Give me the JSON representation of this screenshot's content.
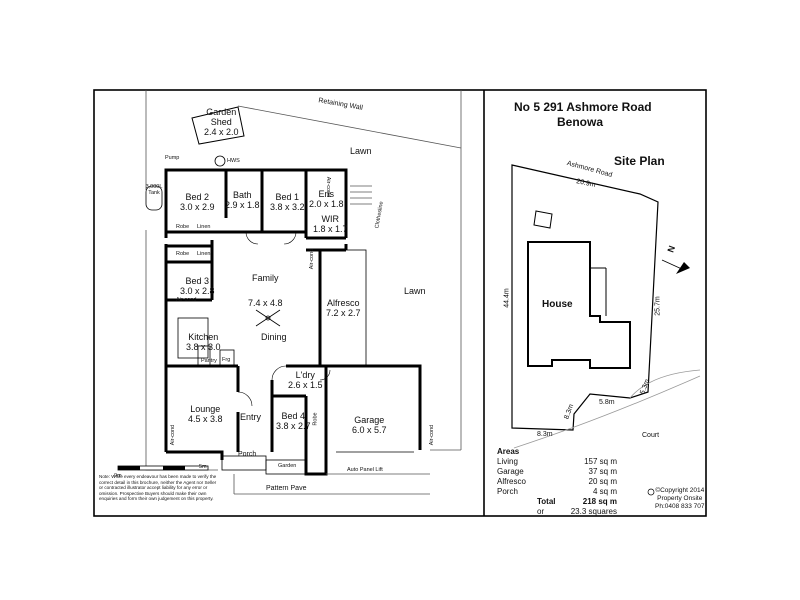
{
  "floor_plan": {
    "rooms": [
      {
        "name": "Garden Shed",
        "lines": [
          "Garden",
          "Shed",
          "2.4 x 2.0"
        ]
      },
      {
        "name": "Bed 2",
        "lines": [
          "Bed 2",
          "3.0 x 2.9"
        ]
      },
      {
        "name": "Bath",
        "lines": [
          "Bath",
          "2.9 x 1.8"
        ]
      },
      {
        "name": "Bed 1",
        "lines": [
          "Bed 1",
          "3.8 x 3.2"
        ]
      },
      {
        "name": "Ens",
        "lines": [
          "Ens",
          "2.0 x 1.8"
        ]
      },
      {
        "name": "WIR",
        "lines": [
          "WIR",
          "1.8 x 1.7"
        ]
      },
      {
        "name": "Family",
        "lines": [
          "Family"
        ]
      },
      {
        "name": "Family size",
        "lines": [
          "7.4 x 4.8"
        ]
      },
      {
        "name": "Alfresco",
        "lines": [
          "Alfresco",
          "7.2 x 2.7"
        ]
      },
      {
        "name": "Bed 3",
        "lines": [
          "Bed 3",
          "3.0 x 2.8"
        ]
      },
      {
        "name": "Kitchen",
        "lines": [
          "Kitchen",
          "3.8 x 3.0"
        ]
      },
      {
        "name": "Dining",
        "lines": [
          "Dining"
        ]
      },
      {
        "name": "L'dry",
        "lines": [
          "L'dry",
          "2.6 x 1.5"
        ]
      },
      {
        "name": "Lounge",
        "lines": [
          "Lounge",
          "4.5 x 3.8"
        ]
      },
      {
        "name": "Entry",
        "lines": [
          "Entry"
        ]
      },
      {
        "name": "Bed 4",
        "lines": [
          "Bed 4",
          "3.8 x 2.7"
        ]
      },
      {
        "name": "Garage",
        "lines": [
          "Garage",
          "6.0 x 5.7"
        ]
      }
    ],
    "labels": {
      "retaining_wall": "Retaining Wall",
      "lawn_top": "Lawn",
      "lawn_right": "Lawn",
      "pump": "Pump",
      "hws": "HWS",
      "tank": "3,000L Tank",
      "robe1": "Robe",
      "linen1": "Linen",
      "robe2": "Robe",
      "linen2": "Linen",
      "robe3": "Robe",
      "pantry": "Pantry",
      "frg": "Frg",
      "porch": "Porch",
      "garden": "Garden",
      "pattern_pave": "Pattern Pave",
      "auto_panel_lift": "Auto Panel Lift",
      "clothesline": "Clothesline",
      "aircond1": "Air-cond",
      "aircond2": "Air-cond",
      "aircond3": "Air-cond",
      "aircond4": "Air-cond",
      "aircond5": "Air-cond",
      "scale_0": "0m",
      "scale_5": "5m"
    },
    "disclaimer": "Note: While every endeavour has been made to verify the correct detail in this brochure, neither the Agent nor Seller or contracted illustrator accept liability for any error or omission. Prospective Buyers should make their own enquiries and form their own judgement on this property."
  },
  "site_plan": {
    "title_line1": "No 5   291 Ashmore Road",
    "title_line2": "Benowa",
    "heading": "Site Plan",
    "road": "Ashmore Road",
    "house": "House",
    "court": "Court",
    "north": "N",
    "dimensions": {
      "top": "20.9m",
      "left": "44.4m",
      "right": "25.7m",
      "r2": "5.3m",
      "r3": "5.8m",
      "r4": "8.3m",
      "bottom": "8.3m"
    }
  },
  "areas": {
    "heading": "Areas",
    "rows": [
      {
        "label": "Living",
        "value": "157 sq m"
      },
      {
        "label": "Garage",
        "value": "37 sq m"
      },
      {
        "label": "Alfresco",
        "value": "20 sq m"
      },
      {
        "label": "Porch",
        "value": "4 sq m"
      }
    ],
    "total_label": "Total",
    "total_value": "218 sq m",
    "or_label": "or",
    "squares": "23.3 squares"
  },
  "copyright": {
    "line1": "©Copyright 2014",
    "line2": "Property Onsite",
    "line3": "Ph:0408 833 707"
  }
}
